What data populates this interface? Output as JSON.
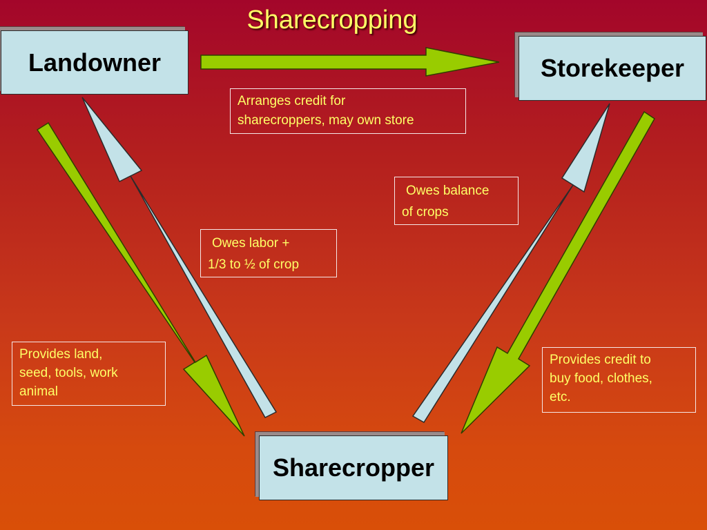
{
  "title": "Sharecropping",
  "nodes": {
    "landowner": "Landowner",
    "storekeeper": "Storekeeper",
    "sharecropper": "Sharecropper"
  },
  "notes": {
    "arranges_credit": [
      "Arranges credit for",
      "sharecroppers, may own store"
    ],
    "owes_balance": [
      "Owes balance",
      "of crops"
    ],
    "owes_labor": [
      "Owes labor +",
      "1/3  to ½ of crop"
    ],
    "provides_land": [
      "Provides land,",
      "seed, tools,  work",
      "animal"
    ],
    "provides_credit": [
      "Provides credit to",
      "buy food, clothes,",
      "etc."
    ]
  },
  "colors": {
    "title": "#ffff66",
    "note_text": "#ffff66",
    "node_fill": "#c3e2e8",
    "green_arrow": "#99cc00",
    "blue_arrow": "#c3e2e8"
  }
}
